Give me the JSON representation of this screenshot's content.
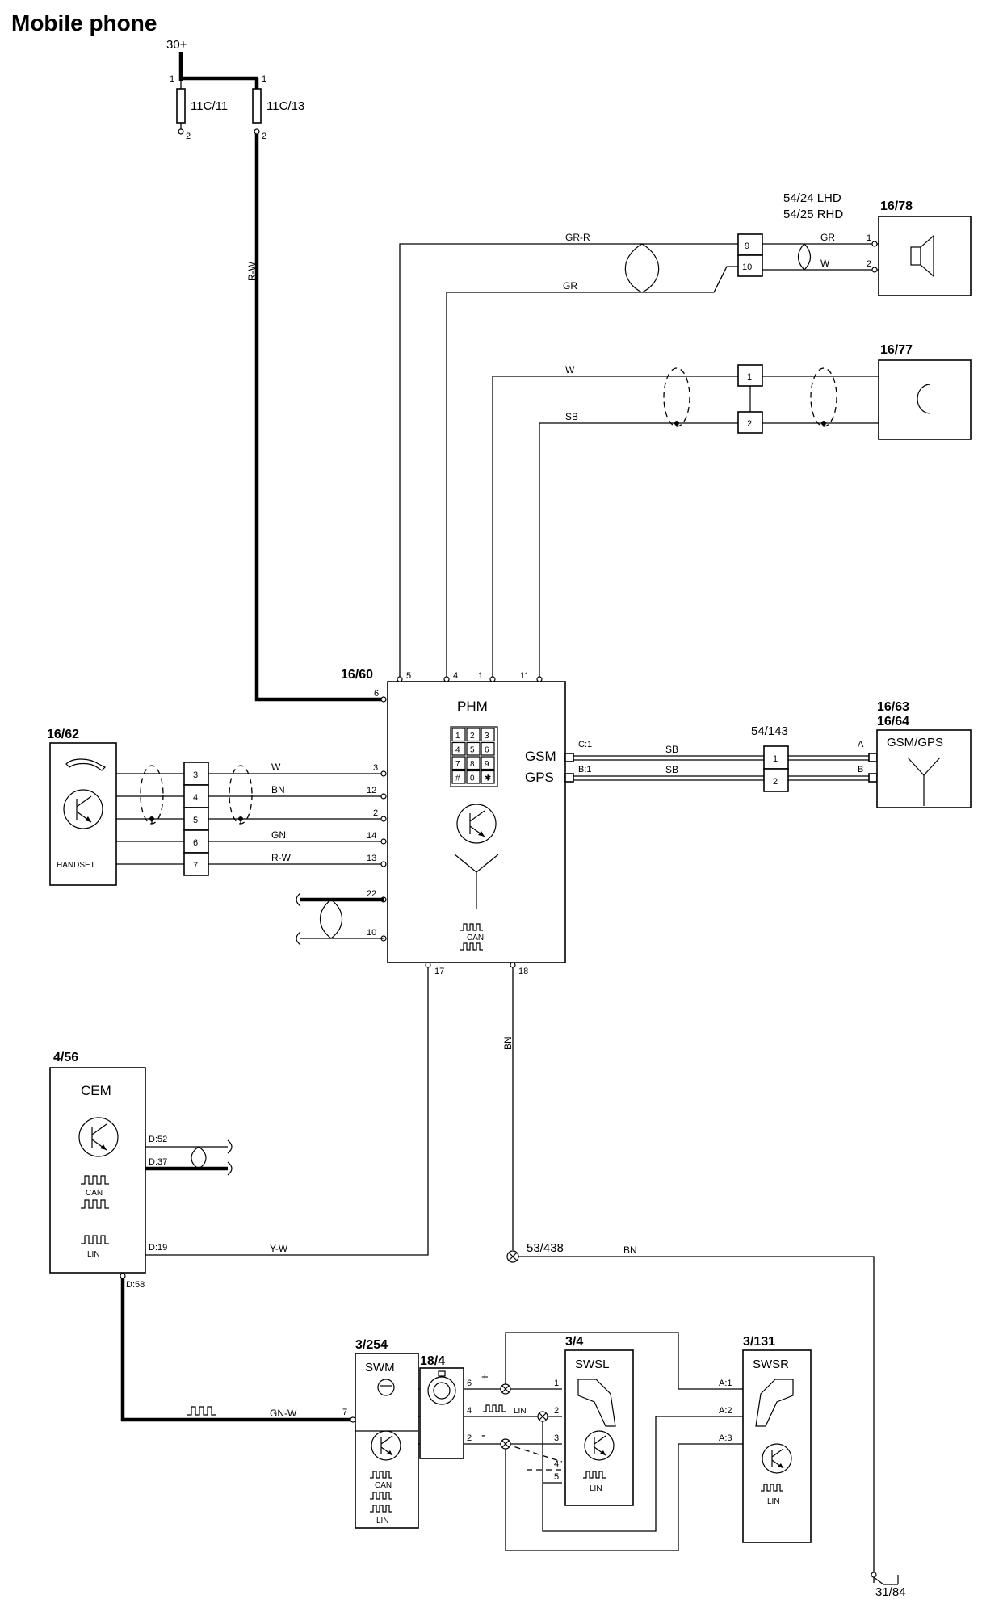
{
  "title": "Mobile phone",
  "supply": "30+",
  "ground": "31/84",
  "fuses": [
    {
      "id": "11C/11",
      "pin_in": "1",
      "pin_out": "2"
    },
    {
      "id": "11C/13",
      "pin_in": "1",
      "pin_out": "2"
    }
  ],
  "components": {
    "phm": {
      "ref": "16/60",
      "name": "PHM",
      "gsm": "GSM",
      "gps": "GPS",
      "can": "CAN",
      "keys": [
        "1",
        "2",
        "3",
        "4",
        "5",
        "6",
        "7",
        "8",
        "9",
        "#",
        "0",
        "✱"
      ]
    },
    "speaker": {
      "ref": "16/78"
    },
    "mic": {
      "ref": "16/77"
    },
    "handset": {
      "ref": "16/62",
      "name": "HANDSET"
    },
    "antenna": {
      "ref1": "16/63",
      "ref2": "16/64",
      "name": "GSM/GPS"
    },
    "cem": {
      "ref": "4/56",
      "name": "CEM",
      "can": "CAN",
      "lin": "LIN"
    },
    "swm": {
      "ref": "3/254",
      "name": "SWM",
      "can": "CAN",
      "lin": "LIN"
    },
    "clockspring": {
      "ref": "18/4"
    },
    "swsl": {
      "ref": "3/4",
      "name": "SWSL",
      "lin": "LIN"
    },
    "swsr": {
      "ref": "3/131",
      "name": "SWSR",
      "lin": "LIN"
    }
  },
  "connectors": {
    "speaker_conn": {
      "line1": "54/24 LHD",
      "line2": "54/25 RHD",
      "pins": [
        "9",
        "10"
      ]
    },
    "mic_conn": {
      "pins": [
        "1",
        "2"
      ]
    },
    "antenna_conn": {
      "ref": "54/143",
      "pins": [
        "1",
        "2"
      ]
    },
    "handset_conn": {
      "pins": [
        "3",
        "4",
        "5",
        "6",
        "7"
      ]
    },
    "ground_point": "53/438"
  },
  "wires": {
    "supply": "R-W",
    "spk_top": "GR-R",
    "spk_bottom": "GR",
    "spk_out1": "GR",
    "spk_out2": "W",
    "mic_top": "W",
    "mic_bottom": "SB",
    "ant_gsm": "SB",
    "ant_gps": "SB",
    "hs3": "W",
    "hs4": "BN",
    "hs6": "GN",
    "hs7": "R-W",
    "gnd": "BN",
    "gnd_h": "BN",
    "cem_phm": "Y-W",
    "cem_swm": "GN-W",
    "swm_lin": "LIN"
  },
  "pins": {
    "phm_top": [
      "5",
      "4",
      "1",
      "11"
    ],
    "phm_left": [
      "6",
      "3",
      "12",
      "2",
      "14",
      "13",
      "22",
      "10"
    ],
    "phm_bottom": [
      "17",
      "18"
    ],
    "phm_gsm": "C:1",
    "phm_gps": "B:1",
    "ant_a": "A",
    "ant_b": "B",
    "spk": [
      "1",
      "2"
    ],
    "cem": [
      "D:52",
      "D:37",
      "D:19",
      "D:58"
    ],
    "swm": "7",
    "clk": [
      "6",
      "4",
      "2"
    ],
    "clk_sign": [
      "+",
      "-"
    ],
    "swsl": [
      "1",
      "2",
      "3",
      "4",
      "5"
    ],
    "swsr": [
      "A:1",
      "A:2",
      "A:3"
    ]
  }
}
